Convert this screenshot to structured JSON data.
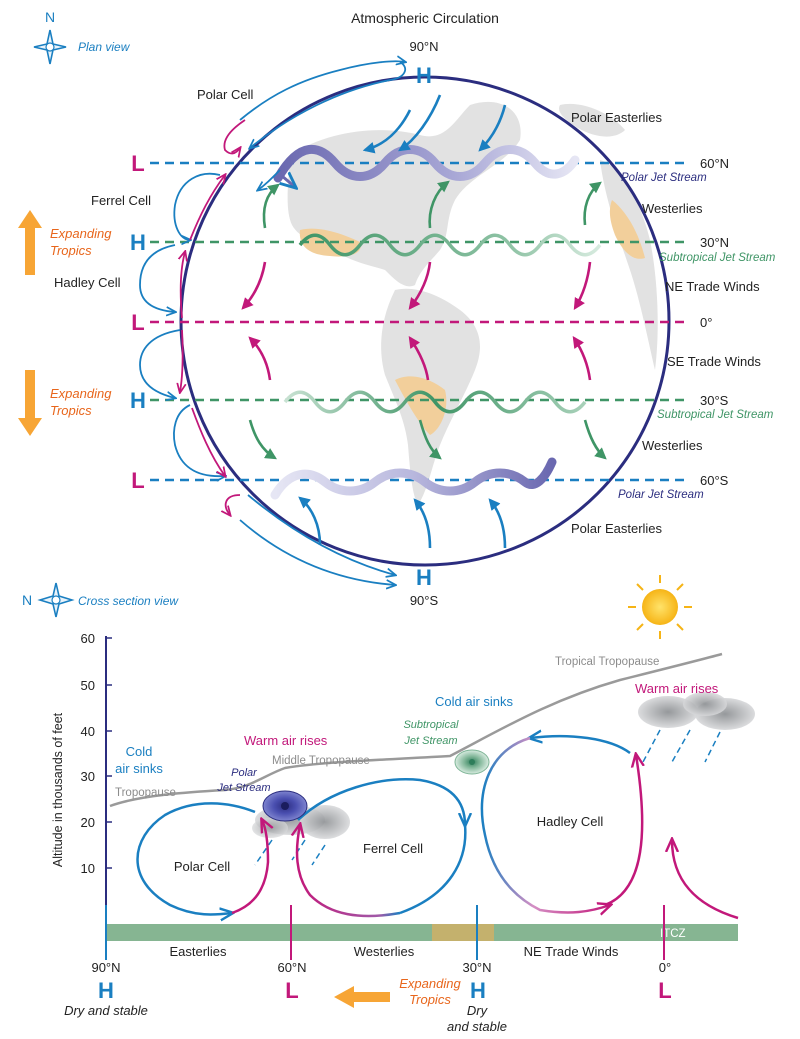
{
  "title": "Atmospheric Circulation",
  "colors": {
    "blue": "#1a7fc1",
    "magenta": "#c2187a",
    "green": "#3f9566",
    "navy": "#2b2d7f",
    "orange": "#e8661c",
    "arrow_orange": "#f7a535",
    "gray": "#8c8c8c",
    "land": "#e2e2e2",
    "desert": "#f2cf9b",
    "ground": "#86b592",
    "ground_tan": "#c4b16d"
  },
  "plan": {
    "compass_n": "N",
    "view_label": "Plan view",
    "pole_n": "90°N",
    "pole_s": "90°S",
    "high": "H",
    "low": "L",
    "cells": {
      "polar": "Polar Cell",
      "ferrel": "Ferrel Cell",
      "hadley": "Hadley Cell"
    },
    "expanding": [
      "Expanding",
      "Tropics"
    ],
    "winds": {
      "polar_easterlies": "Polar Easterlies",
      "westerlies": "Westerlies",
      "ne_trade": "NE Trade Winds",
      "se_trade": "SE Trade Winds"
    },
    "latitudes": {
      "n60": "60°N",
      "n30": "30°N",
      "eq": "0°",
      "s30": "30°S",
      "s60": "60°S"
    },
    "jets": {
      "polar": "Polar Jet Stream",
      "subtropical": "Subtropical Jet Stream"
    }
  },
  "section": {
    "compass_n": "N",
    "view_label": "Cross section view",
    "y_axis_label": "Altitude in thousands of feet",
    "y_ticks": [
      "60",
      "50",
      "40",
      "30",
      "20",
      "10"
    ],
    "tropopause": "Tropopause",
    "middle_tropopause": "Middle Tropopause",
    "tropical_tropopause": "Tropical Tropopause",
    "cold_air_sinks_left": [
      "Cold",
      "air sinks"
    ],
    "cold_air_sinks": "Cold air sinks",
    "warm_air_rises": "Warm air rises",
    "polar_jet": [
      "Polar",
      "Jet Stream"
    ],
    "subtropical_jet": [
      "Subtropical",
      "Jet Stream"
    ],
    "cells": {
      "polar": "Polar Cell",
      "ferrel": "Ferrel Cell",
      "hadley": "Hadley Cell"
    },
    "itcz": "ITCZ",
    "surface_winds": {
      "easterlies": "Easterlies",
      "westerlies": "Westerlies",
      "ne_trade": "NE Trade Winds"
    },
    "lat_labels": {
      "n90": "90°N",
      "n60": "60°N",
      "n30": "30°N",
      "eq": "0°"
    },
    "high": "H",
    "low": "L",
    "dry_stable_1": "Dry and stable",
    "dry_stable_2": [
      "Dry",
      "and stable"
    ],
    "expanding": [
      "Expanding",
      "Tropics"
    ]
  }
}
